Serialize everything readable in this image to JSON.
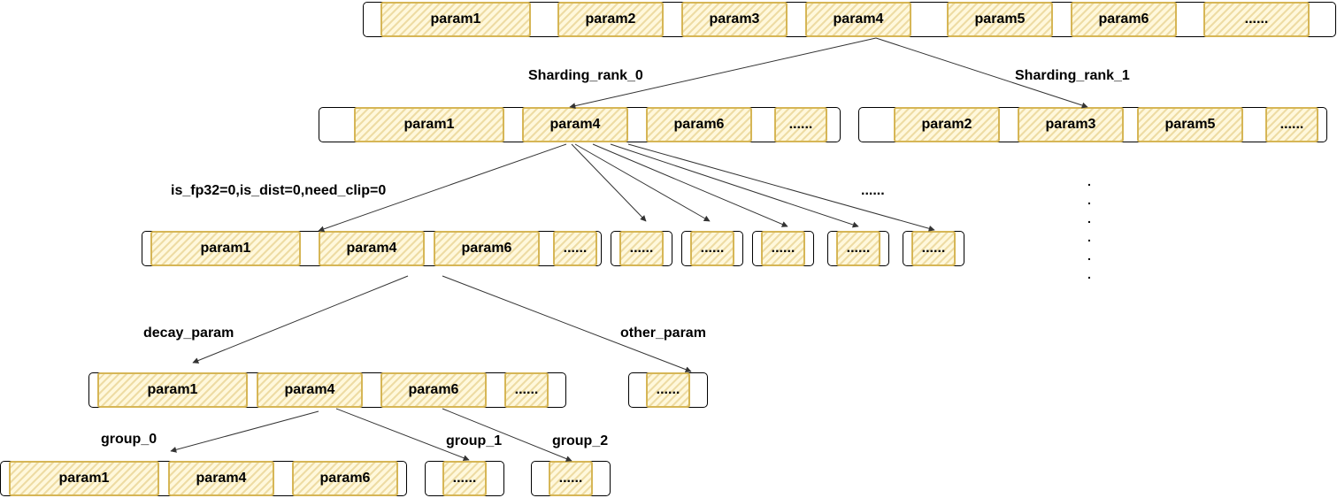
{
  "colors": {
    "cell_border": "#d6b656",
    "cell_fill": "#fff8dc",
    "container_border": "#000000",
    "arrow": "#333333"
  },
  "root": {
    "cells": [
      "param1",
      "param2",
      "param3",
      "param4",
      "param5",
      "param6",
      "......"
    ]
  },
  "ranks": {
    "rank0": {
      "label": "Sharding_rank_0",
      "cells": [
        "param1",
        "param4",
        "param6",
        "......"
      ]
    },
    "rank1": {
      "label": "Sharding_rank_1",
      "cells": [
        "param2",
        "param3",
        "param5",
        "......"
      ]
    },
    "rank1_continuation": ".\n.\n.\n.\n.\n."
  },
  "level2": {
    "label": "is_fp32=0,is_dist=0,need_clip=0",
    "ellipsis_label": "......",
    "main_cells": [
      "param1",
      "param4",
      "param6",
      "......"
    ],
    "small_boxes": [
      "......",
      "......",
      "......",
      "......",
      "......"
    ]
  },
  "level3": {
    "decay": {
      "label": "decay_param",
      "cells": [
        "param1",
        "param4",
        "param6",
        "......"
      ]
    },
    "other": {
      "label": "other_param",
      "cells": [
        "......"
      ]
    }
  },
  "level4": {
    "group0": {
      "label": "group_0",
      "cells": [
        "param1",
        "param4",
        "param6"
      ]
    },
    "group1": {
      "label": "group_1",
      "cells": [
        "......"
      ]
    },
    "group2": {
      "label": "group_2",
      "cells": [
        "......"
      ]
    }
  }
}
